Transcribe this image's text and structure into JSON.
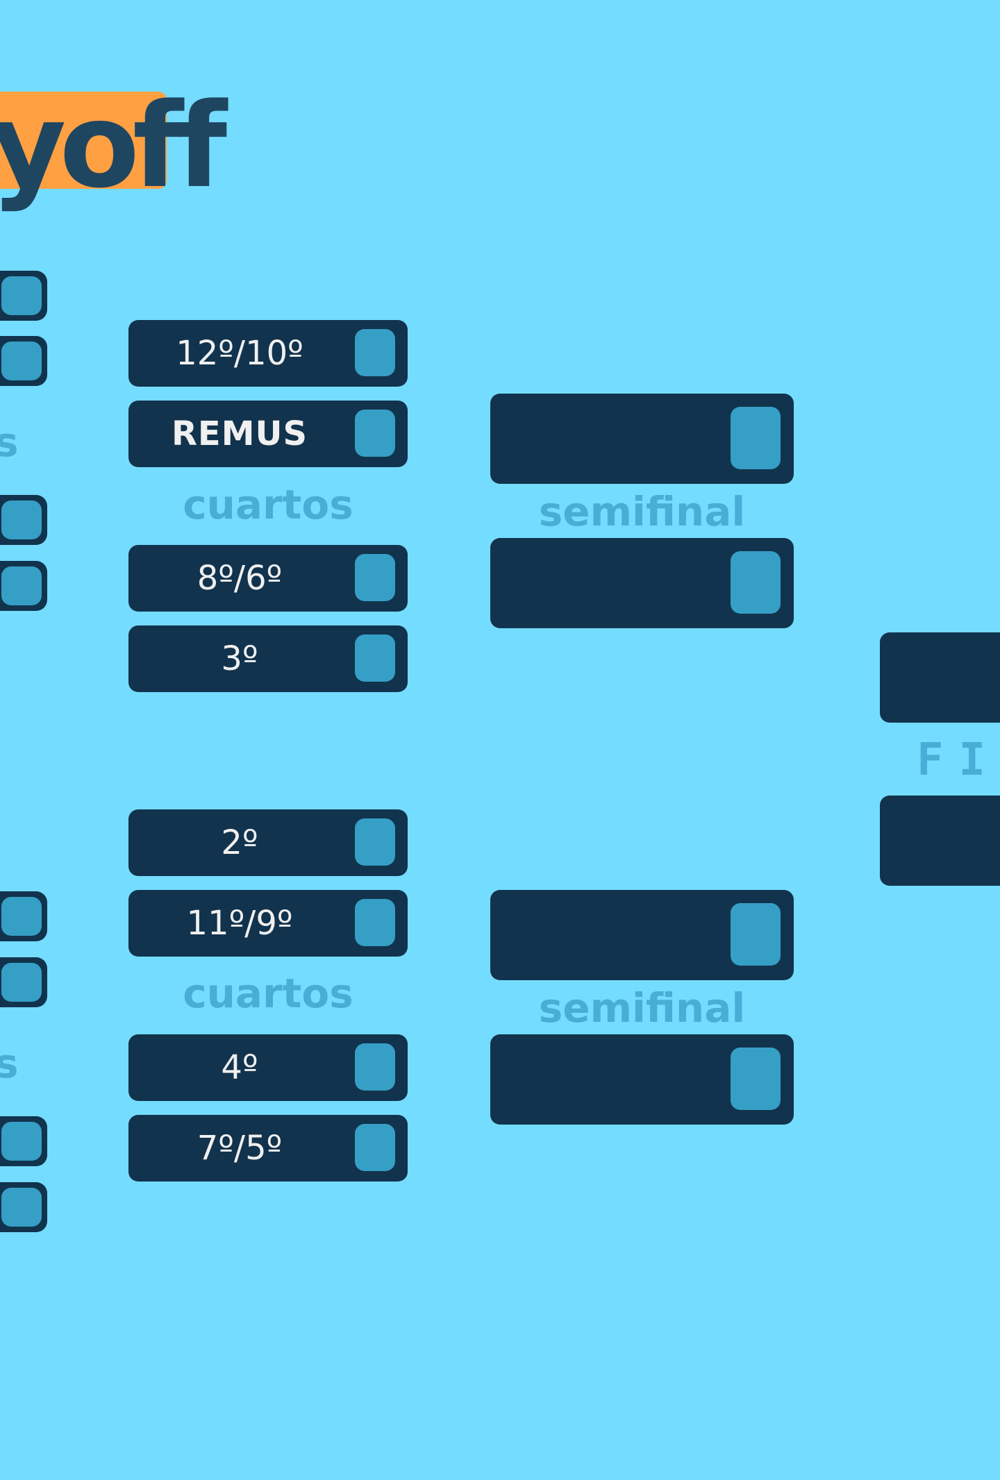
{
  "title": {
    "text": "yoff",
    "highlight_color": "#ffa043",
    "text_color": "#1f4660"
  },
  "colors": {
    "background": "#74dcff",
    "slot": "#12334d",
    "score_box": "#369fc6",
    "label": "#49aed6",
    "slot_text": "#f0f0f0"
  },
  "edge_labels": [
    "s",
    "s"
  ],
  "quarters_top": {
    "label": "cuartos",
    "slots": [
      "12º/10º",
      "REMUS",
      "8º/6º",
      "3º"
    ]
  },
  "quarters_bottom": {
    "label": "cuartos",
    "slots": [
      "2º",
      "11º/9º",
      "4º",
      "7º/5º"
    ]
  },
  "semis_top": {
    "label": "semifinal",
    "slots": [
      "",
      ""
    ]
  },
  "semis_bottom": {
    "label": "semifinal",
    "slots": [
      "",
      ""
    ]
  },
  "final": {
    "label": "FI",
    "slots": [
      "",
      ""
    ]
  }
}
